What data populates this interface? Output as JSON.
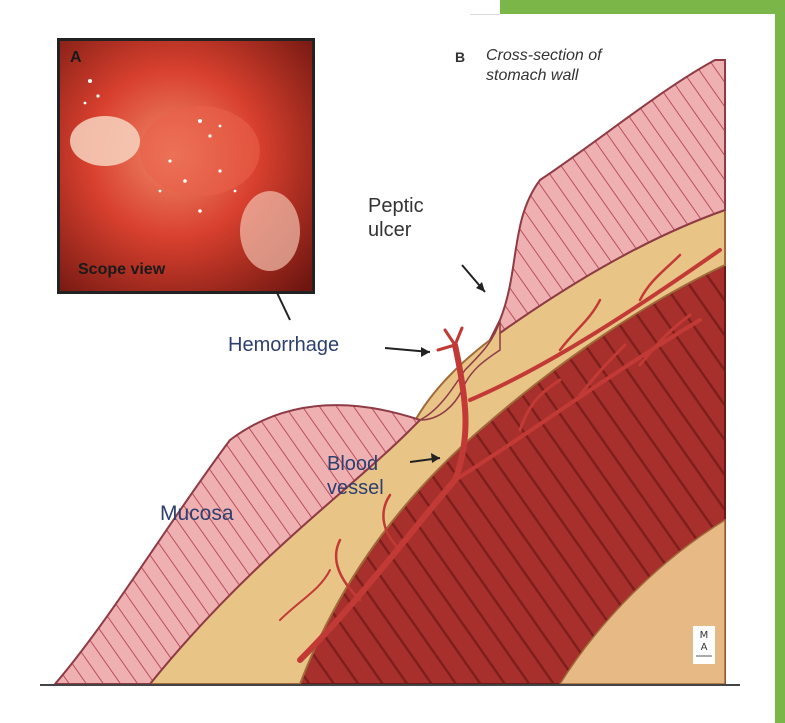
{
  "inset": {
    "letter": "A",
    "caption": "Scope view"
  },
  "section": {
    "letter": "B",
    "title_line1": "Cross-section of",
    "title_line2": "stomach wall"
  },
  "labels": {
    "peptic_line1": "Peptic",
    "peptic_line2": "ulcer",
    "hemorrhage": "Hemorrhage",
    "blood_line1": "Blood",
    "blood_line2": "vessel",
    "mucosa": "Mucosa"
  },
  "colors": {
    "accent_green": "#7ab648",
    "mucosa_pink": "#e89aa0",
    "submucosa_tan": "#e8c487",
    "muscle_red": "#a8302c",
    "vessel_red": "#c23a35",
    "label_blue": "#2d3f6e"
  }
}
